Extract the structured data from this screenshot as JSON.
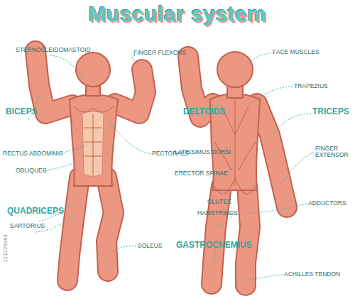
{
  "diagram": {
    "title": "Muscular system",
    "labels": [
      "STERNOCLEIDOMASTOID",
      "FINGER FLEXORS",
      "BICEPS",
      "RECTUS ABDOMINIS",
      "PECTORALS",
      "OBLIQUES",
      "QUADRICEPS",
      "SARTORIUS",
      "SOLEUS",
      "FACE MUSCLES",
      "TRAPEZIUS",
      "DELTOIDS",
      "TRICEPS",
      "LATISSIMUS DORSI",
      "FINGER EXTENSOR",
      "ERECTOR SPINAE",
      "GLUTES",
      "ADDUCTORS",
      "HAMSTRINGS",
      "GASTROCNEMIUS",
      "ACHILLES TENDON",
      "121226884"
    ]
  }
}
